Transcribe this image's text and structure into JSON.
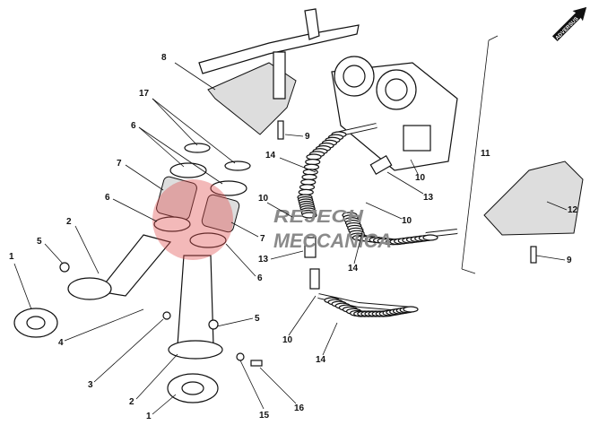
{
  "diagram": {
    "title_arrow": "ADVERSUS",
    "watermark": {
      "top": "REJECH",
      "bottom": "MECCANICA",
      "logo_color": "#e05050"
    },
    "callouts": [
      {
        "id": "c8",
        "text": "8"
      },
      {
        "id": "c17",
        "text": "17"
      },
      {
        "id": "c6a",
        "text": "6"
      },
      {
        "id": "c7a",
        "text": "7"
      },
      {
        "id": "c6b",
        "text": "6"
      },
      {
        "id": "c2a",
        "text": "2"
      },
      {
        "id": "c5a",
        "text": "5"
      },
      {
        "id": "c1a",
        "text": "1"
      },
      {
        "id": "c4",
        "text": "4"
      },
      {
        "id": "c3",
        "text": "3"
      },
      {
        "id": "c2b",
        "text": "2"
      },
      {
        "id": "c1b",
        "text": "1"
      },
      {
        "id": "c15",
        "text": "15"
      },
      {
        "id": "c16",
        "text": "16"
      },
      {
        "id": "c5b",
        "text": "5"
      },
      {
        "id": "c6c",
        "text": "6"
      },
      {
        "id": "c7b",
        "text": "7"
      },
      {
        "id": "c9a",
        "text": "9"
      },
      {
        "id": "c14a",
        "text": "14"
      },
      {
        "id": "c10a",
        "text": "10"
      },
      {
        "id": "c13a",
        "text": "13"
      },
      {
        "id": "c10b",
        "text": "10"
      },
      {
        "id": "c14b",
        "text": "14"
      },
      {
        "id": "c14c",
        "text": "14"
      },
      {
        "id": "c10c",
        "text": "10"
      },
      {
        "id": "c13b",
        "text": "13"
      },
      {
        "id": "c10d",
        "text": "10"
      },
      {
        "id": "c11",
        "text": "11"
      },
      {
        "id": "c12",
        "text": "12"
      },
      {
        "id": "c9b",
        "text": "9"
      }
    ]
  }
}
